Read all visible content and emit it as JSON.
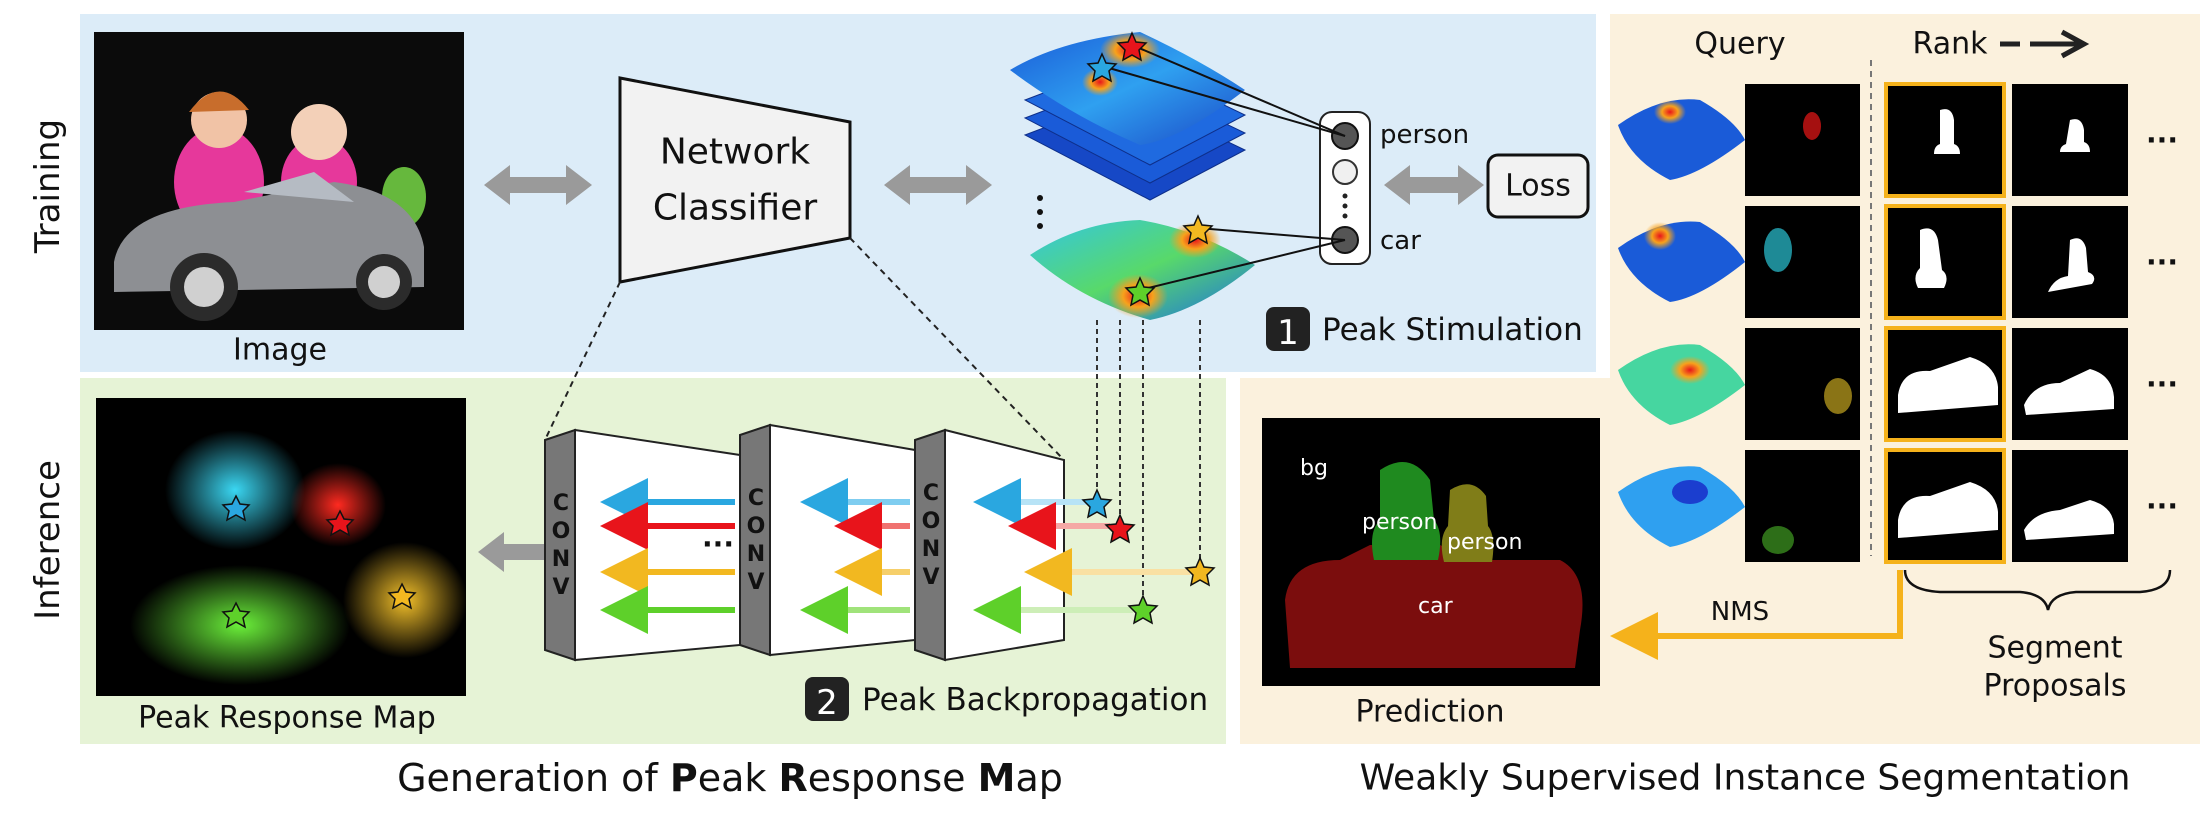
{
  "labels": {
    "training": "Training",
    "inference": "Inference",
    "image": "Image",
    "network_line1": "Network",
    "network_line2": "Classifier",
    "person": "person",
    "car": "car",
    "loss": "Loss",
    "step1_num": "1",
    "step1_label": "Peak Stimulation",
    "step2_num": "2",
    "step2_label": "Peak Backpropagation",
    "conv_letters": [
      "C",
      "O",
      "N",
      "V"
    ],
    "ellipsis_h": "···",
    "prm": "Peak Response Map",
    "query": "Query",
    "rank": "Rank",
    "dots": "···",
    "nms": "NMS",
    "segment_proposals_line1": "Segment",
    "segment_proposals_line2": "Proposals",
    "prediction": "Prediction",
    "pred_bg": "bg",
    "pred_person1": "person",
    "pred_person2": "person",
    "pred_car": "car",
    "caption_left_pre": "Generation of ",
    "caption_left_P": "P",
    "caption_left_eak": "eak ",
    "caption_left_R": "R",
    "caption_left_esponse": "esponse ",
    "caption_left_M": "M",
    "caption_left_ap": "ap",
    "caption_right": "Weakly Supervised Instance Segmentation"
  },
  "colors": {
    "training_bg": "#dcecf8",
    "inference_bg": "#e6f3d6",
    "right_bg": "#fbf1dd",
    "gray_arrow": "#9a9a9a",
    "highlight": "#f5b21b",
    "blue": "#2aa7e0",
    "red": "#e8141b",
    "yellow": "#f2b820",
    "green": "#5ed02a",
    "pred_person1": "#1f8a1f",
    "pred_person2": "#807d18",
    "pred_car": "#7b0d0d"
  }
}
